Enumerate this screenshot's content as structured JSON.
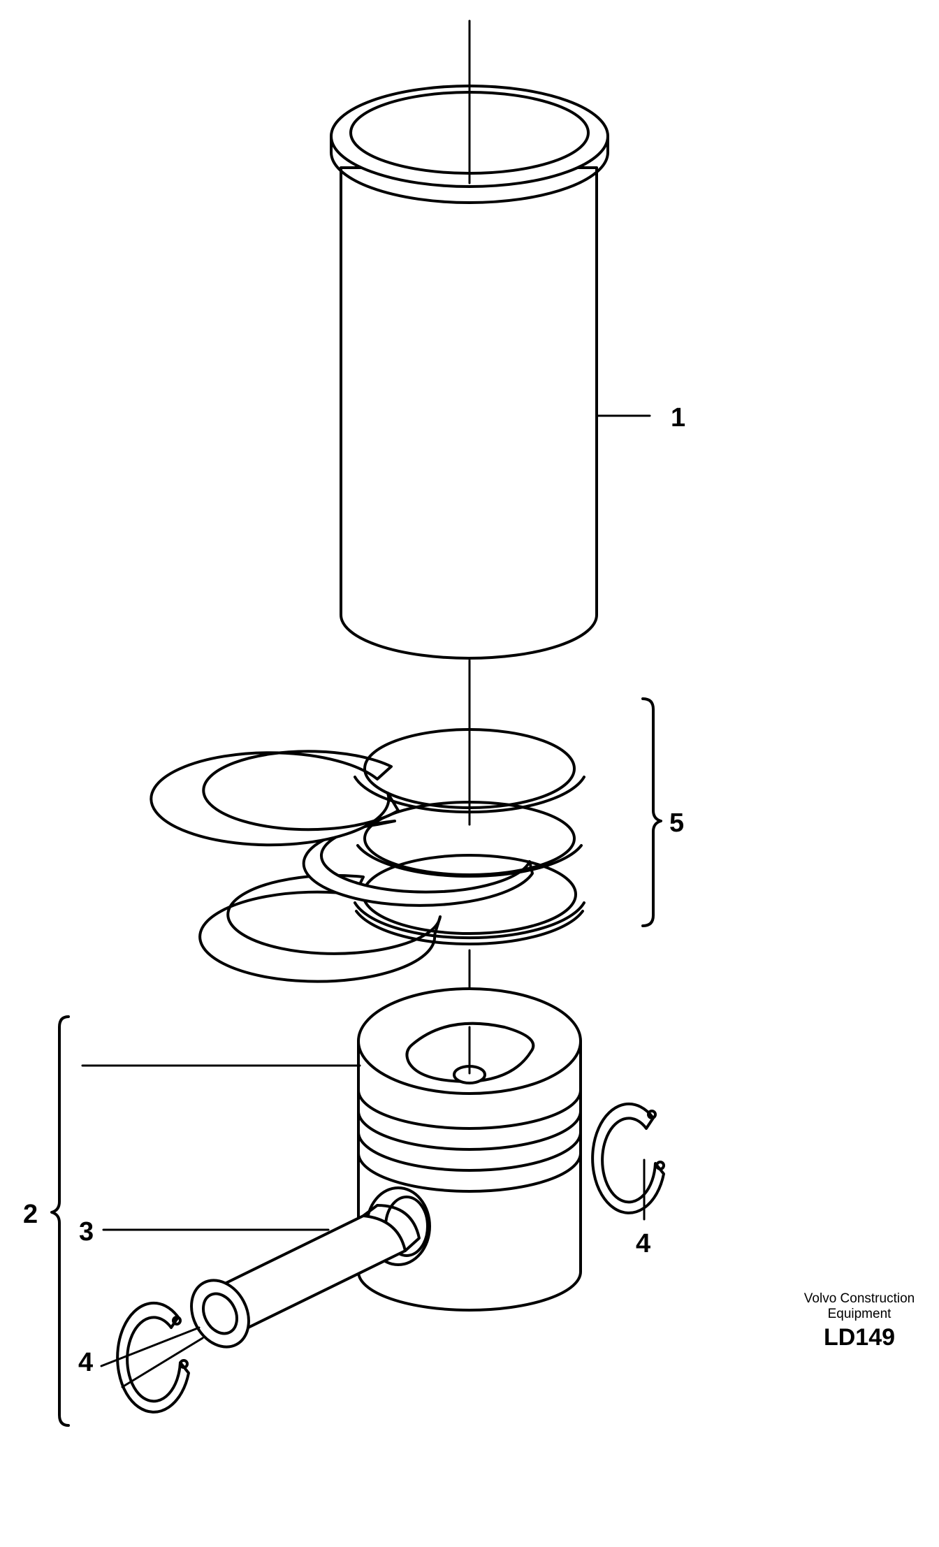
{
  "callouts": [
    {
      "id": "cylinder-liner",
      "number": "1"
    },
    {
      "id": "piston",
      "number": "2"
    },
    {
      "id": "gudgeon-pin",
      "number": "3"
    },
    {
      "id": "circlip-right",
      "number": "4"
    },
    {
      "id": "circlip-left",
      "number": "4"
    },
    {
      "id": "piston-ring-set",
      "number": "5"
    }
  ],
  "footer": {
    "company_line1": "Volvo Construction",
    "company_line2": "Equipment",
    "drawing_code": "LD149"
  }
}
